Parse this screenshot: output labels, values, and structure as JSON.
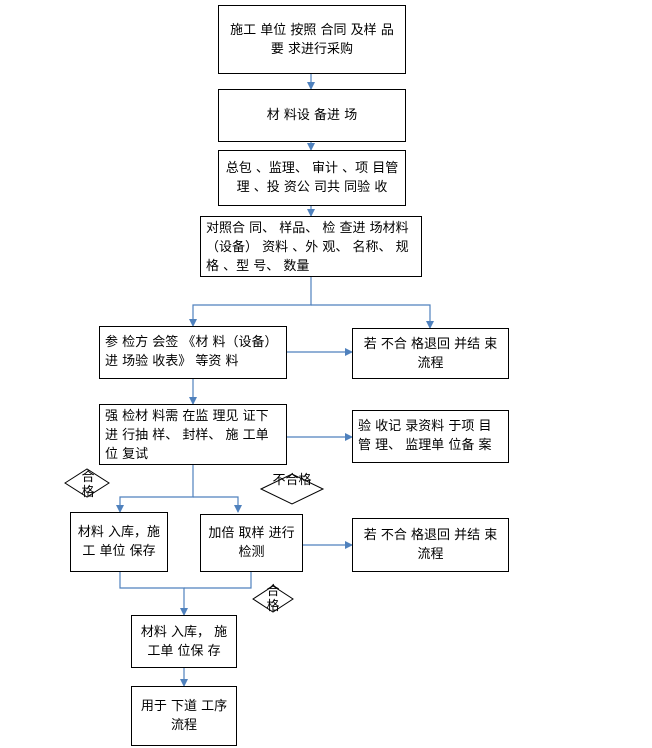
{
  "boxes": {
    "b1": "施工 单位 按照 合同 及样 品要 求进行采购",
    "b2": "材 料设 备进 场",
    "b3": "总包 、监理、  审计 、项 目管理 、投 资公 司共 同验 收",
    "b4": "对照合 同、  样品、  检 查进 场材料（设备）  资料 、外 观、  名称、  规格 、型 号、  数量",
    "b5": "参 检方 会签  《材 料（设备）进 场验 收表》  等资 料",
    "b6": "若 不合 格退回  并结 束流程",
    "b7": "强 检材 料需  在监 理见 证下进 行抽 样、  封样、  施 工单位 复试",
    "b8": "验 收记 录资料  于项 目管 理、  监理单 位备 案",
    "b9": "材料 入库，施工 单位 保存",
    "b10": "加倍 取样 进行检测",
    "b11": "若 不合 格退回  并结 束流程",
    "b12": "材料 入库，  施工单 位保 存",
    "b13": "用于 下道 工序流程"
  },
  "decisions": {
    "d1": "合格",
    "d2": "不合格",
    "d3": "合格"
  },
  "colors": {
    "connector": "#4f81bd",
    "border": "#000000"
  }
}
